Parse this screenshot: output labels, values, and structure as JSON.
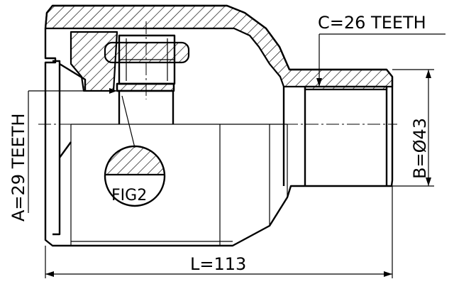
{
  "labels": {
    "teeth_a": "A=29 TEETH",
    "teeth_c": "C=26 TEETH",
    "diameter_b": "B=Ø43",
    "length_l": "L=113",
    "detail": "FIG2"
  },
  "colors": {
    "line": "#000000",
    "background": "#ffffff"
  }
}
